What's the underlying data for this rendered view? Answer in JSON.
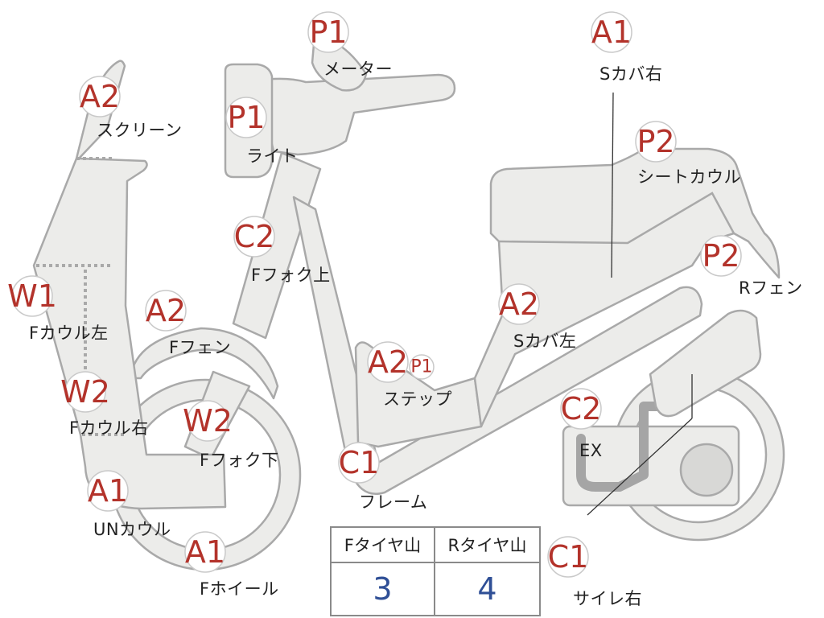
{
  "badges": {
    "meter": "P1",
    "screen": "A2",
    "light": "P1",
    "fork_upper": "C2",
    "f_cowl_left": "W1",
    "f_fender": "A2",
    "f_cowl_right": "W2",
    "fork_lower": "W2",
    "un_cowl": "A1",
    "f_wheel": "A1",
    "step": "A2",
    "step_small": "P1",
    "frame": "C1",
    "s_cover_right": "A1",
    "seat_cowl": "P2",
    "r_fender": "P2",
    "s_cover_left": "A2",
    "ex": "C2",
    "silencer_right": "C1"
  },
  "labels": {
    "meter": "メーター",
    "screen": "スクリーン",
    "light": "ライト",
    "fork_upper": "Fフォク上",
    "f_cowl_left": "Fカウル左",
    "f_fender": "Fフェン",
    "f_cowl_right": "Fカウル右",
    "fork_lower": "Fフォク下",
    "un_cowl": "UNカウル",
    "f_wheel": "Fホイール",
    "step": "ステップ",
    "frame": "フレーム",
    "s_cover_right": "Sカバ右",
    "seat_cowl": "シートカウル",
    "r_fender": "Rフェン",
    "s_cover_left": "Sカバ左",
    "ex": "EX",
    "silencer_right": "サイレ右"
  },
  "tire_table": {
    "headers": [
      "Fタイヤ山",
      "Rタイヤ山"
    ],
    "values": [
      "3",
      "4"
    ]
  },
  "colors": {
    "badge_text": "#b3332b",
    "part_fill": "#ececea",
    "part_stroke": "#a9a9a9",
    "table_value": "#2f4f96"
  }
}
